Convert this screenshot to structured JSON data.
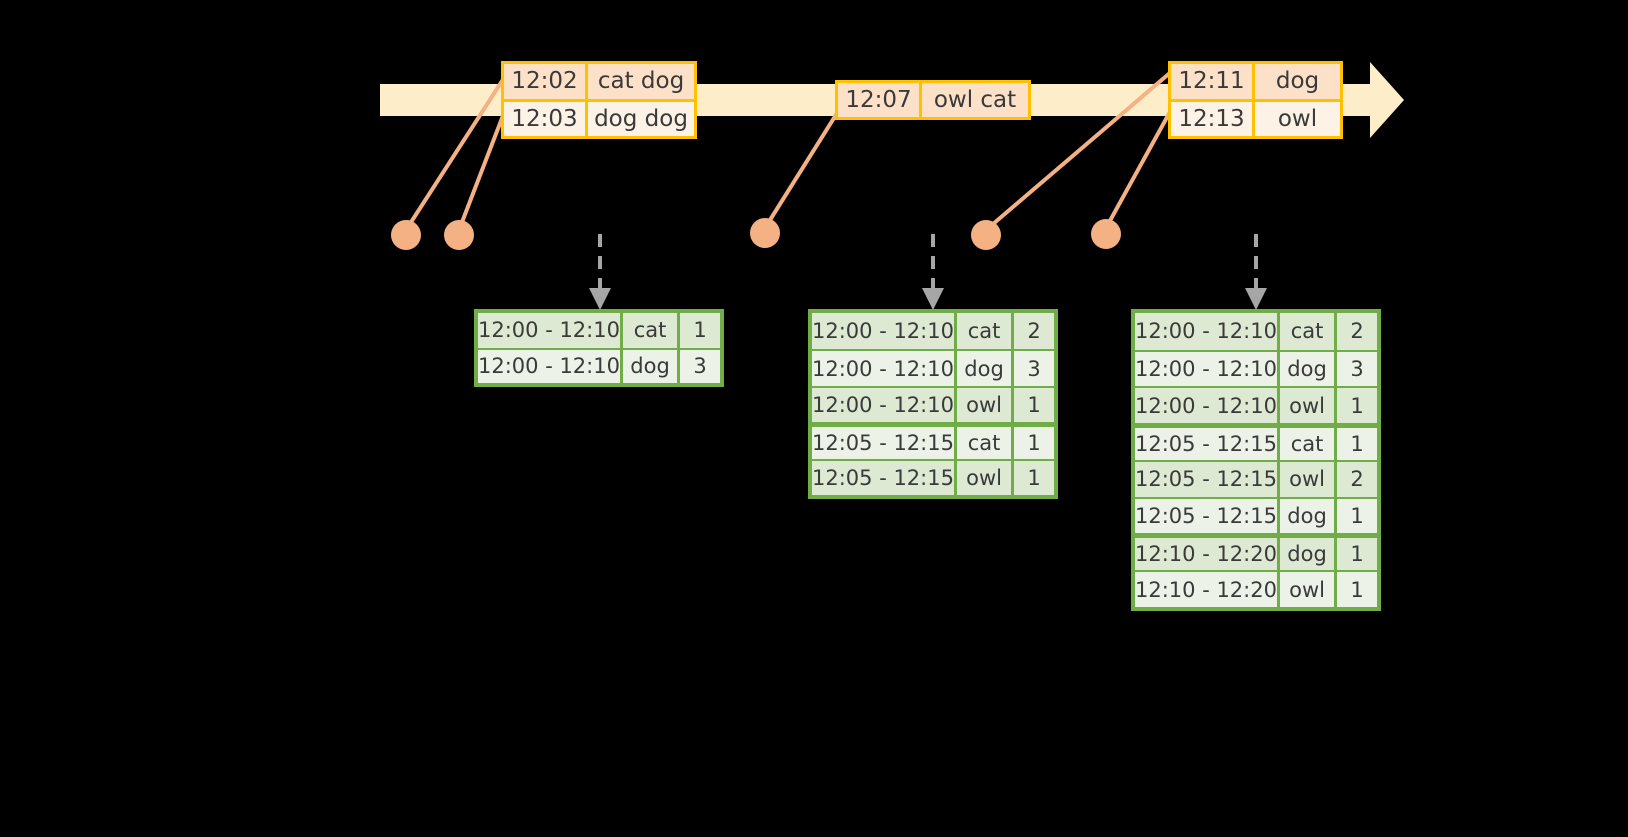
{
  "diagram": {
    "title": "sliding-window-aggregation-diagram",
    "colors": {
      "background": "#000000",
      "timeline_fill": "#fdeec9",
      "event_border": "#ffc000",
      "event_fill_dark": "#fce1c8",
      "event_fill_light": "#fdf2e6",
      "connector": "#f4b183",
      "table_border": "#70ad47",
      "table_fill_dark": "#dde9d2",
      "table_fill_light": "#edf2e8",
      "arrow_gray": "#a6a6a6",
      "text": "#3a3a3a"
    }
  },
  "timeline": {
    "name": "event-stream-timeline",
    "direction": "left-to-right",
    "events": [
      {
        "id": "event-group-1",
        "rows": [
          {
            "time": "12:02",
            "words": "cat dog"
          },
          {
            "time": "12:03",
            "words": "dog dog"
          }
        ]
      },
      {
        "id": "event-group-2",
        "rows": [
          {
            "time": "12:07",
            "words": "owl cat"
          }
        ]
      },
      {
        "id": "event-group-3",
        "rows": [
          {
            "time": "12:11",
            "words": "dog"
          },
          {
            "time": "12:13",
            "words": "owl"
          }
        ]
      }
    ]
  },
  "tables": [
    {
      "id": "result-table-1",
      "rows": [
        {
          "window": "12:00 - 12:10",
          "key": "cat",
          "count": "1"
        },
        {
          "window": "12:00 - 12:10",
          "key": "dog",
          "count": "3"
        }
      ]
    },
    {
      "id": "result-table-2",
      "rows": [
        {
          "window": "12:00 - 12:10",
          "key": "cat",
          "count": "2"
        },
        {
          "window": "12:00 - 12:10",
          "key": "dog",
          "count": "3"
        },
        {
          "window": "12:00 - 12:10",
          "key": "owl",
          "count": "1"
        },
        {
          "window": "12:05 - 12:15",
          "key": "cat",
          "count": "1"
        },
        {
          "window": "12:05 - 12:15",
          "key": "owl",
          "count": "1"
        }
      ]
    },
    {
      "id": "result-table-3",
      "rows": [
        {
          "window": "12:00 - 12:10",
          "key": "cat",
          "count": "2"
        },
        {
          "window": "12:00 - 12:10",
          "key": "dog",
          "count": "3"
        },
        {
          "window": "12:00 - 12:10",
          "key": "owl",
          "count": "1"
        },
        {
          "window": "12:05 - 12:15",
          "key": "cat",
          "count": "1"
        },
        {
          "window": "12:05 - 12:15",
          "key": "owl",
          "count": "2"
        },
        {
          "window": "12:05 - 12:15",
          "key": "dog",
          "count": "1"
        },
        {
          "window": "12:10 - 12:20",
          "key": "dog",
          "count": "1"
        },
        {
          "window": "12:10 - 12:20",
          "key": "owl",
          "count": "1"
        }
      ]
    }
  ]
}
